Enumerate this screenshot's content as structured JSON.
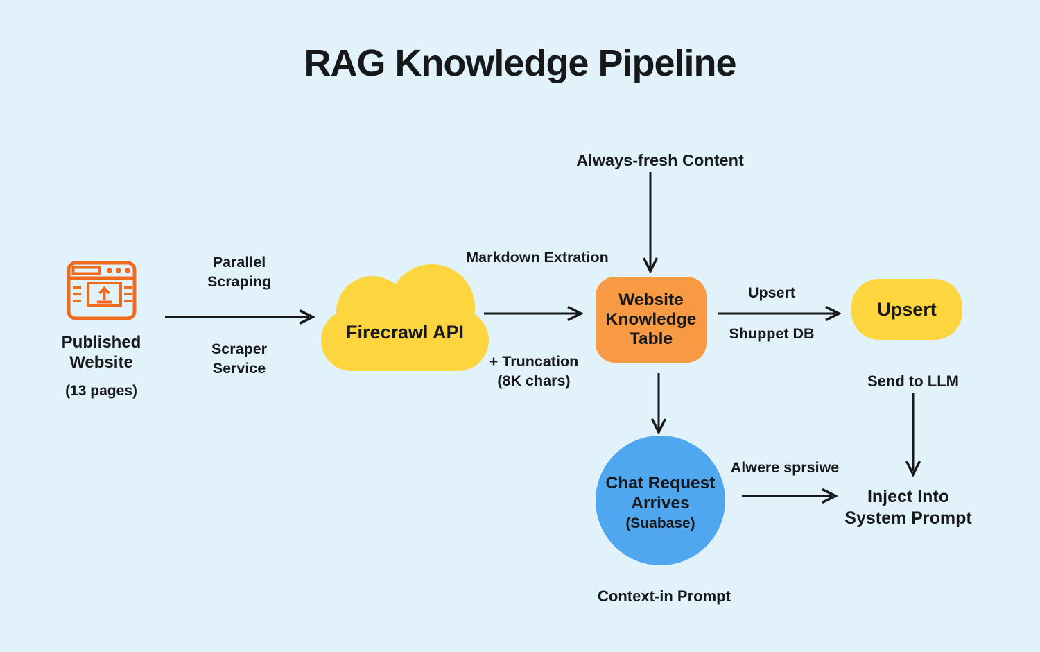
{
  "title": "RAG Knowledge Pipeline",
  "nodes": {
    "published_website": {
      "label": "Published\nWebsite",
      "sublabel": "(13 pages)",
      "icon": "browser-upload-icon"
    },
    "firecrawl_api": {
      "label": "Firecrawl API",
      "shape": "cloud"
    },
    "website_knowledge_table": {
      "label": "Website\nKnowledge\nTable",
      "shape": "rounded-rect"
    },
    "upsert": {
      "label": "Upsert",
      "shape": "rounded-rect"
    },
    "chat_request": {
      "label": "Chat Request\nArrives",
      "sublabel": "(Suabase)",
      "shape": "circle"
    },
    "inject_into_system_prompt": {
      "label": "Inject Into\nSystem Prompt"
    }
  },
  "edge_labels": {
    "parallel_scraping": "Parallel\nScraping",
    "scraper_service": "Scraper\nService",
    "markdown_extration": "Markdown Extration",
    "truncation": "+ Truncation\n(8K chars)",
    "always_fresh_content": "Always-fresh Content",
    "upsert_above": "Upsert",
    "shuppet_db": "Shuppet DB",
    "send_to_llm": "Send to LLM",
    "alwere_sprsiwe": "Alwere sprsiwe",
    "context_in_prompt": "Context-in Prompt"
  },
  "colors": {
    "background": "#E2F2FB",
    "yellow": "#FDD53F",
    "orange": "#F89A44",
    "blue": "#4FA7F0",
    "icon_orange": "#F26B1D",
    "text": "#17181A"
  }
}
